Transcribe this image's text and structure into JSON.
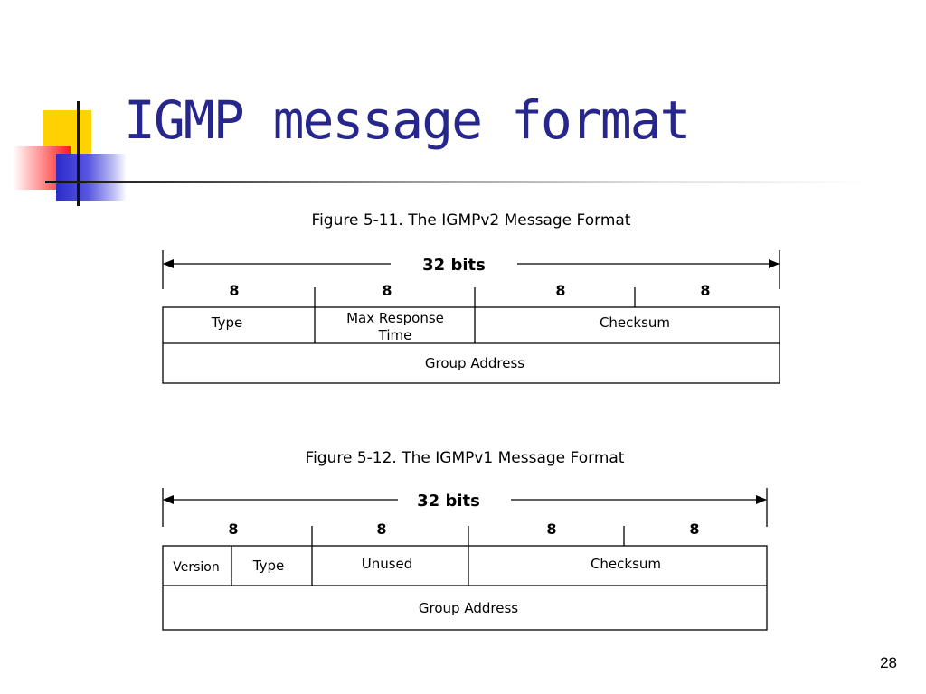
{
  "slide": {
    "title": "IGMP message format",
    "page_number": "28"
  },
  "figure_v2": {
    "caption": "Figure 5-11. The IGMPv2 Message Format",
    "width_label": "32 bits",
    "bit_labels": [
      "8",
      "8",
      "8",
      "8"
    ],
    "fields": {
      "type": "Type",
      "max_response_line1": "Max Response",
      "max_response_line2": "Time",
      "checksum": "Checksum",
      "group_address": "Group Address"
    }
  },
  "figure_v1": {
    "caption": "Figure 5-12. The IGMPv1 Message Format",
    "width_label": "32 bits",
    "bit_labels": [
      "8",
      "8",
      "8",
      "8"
    ],
    "fields": {
      "version": "Version",
      "type": "Type",
      "unused": "Unused",
      "checksum": "Checksum",
      "group_address": "Group Address"
    }
  }
}
